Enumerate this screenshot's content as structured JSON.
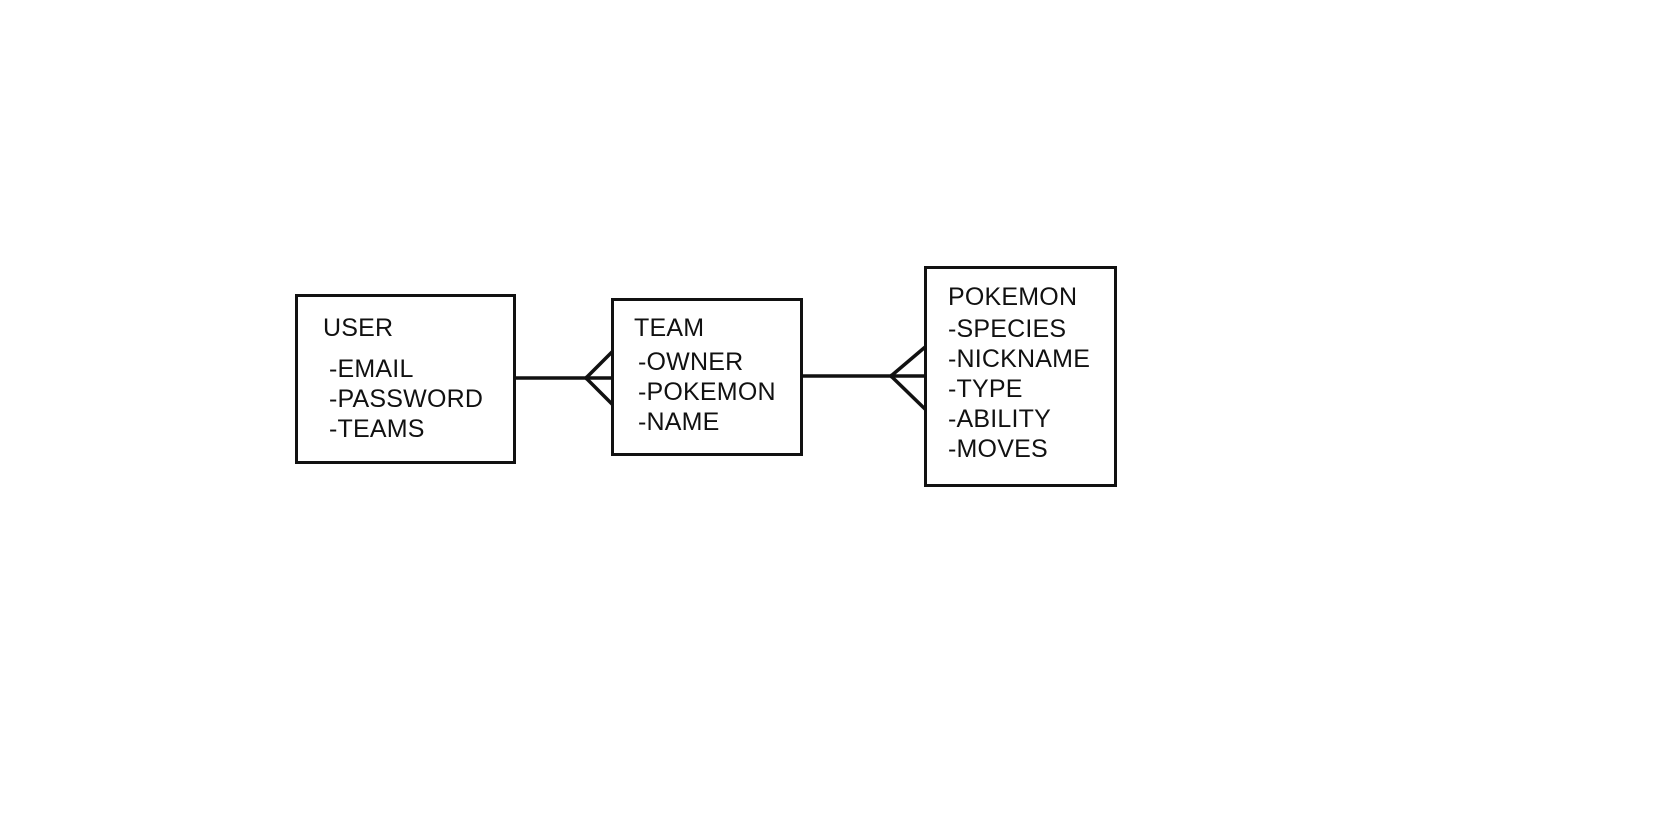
{
  "entities": {
    "user": {
      "title": "USER",
      "attributes": [
        "-EMAIL",
        "-PASSWORD",
        "-TEAMS"
      ]
    },
    "team": {
      "title": "TEAM",
      "attributes": [
        "-OWNER",
        "-POKEMON",
        "-NAME"
      ]
    },
    "pokemon": {
      "title": "POKEMON",
      "attributes": [
        "-SPECIES",
        "-NICKNAME",
        "-TYPE",
        "-ABILITY",
        "-MOVES"
      ]
    }
  },
  "relationships": [
    {
      "from": "user",
      "to": "team",
      "from_end": "one",
      "to_end": "many"
    },
    {
      "from": "team",
      "to": "pokemon",
      "from_end": "one",
      "to_end": "many"
    }
  ],
  "colors": {
    "stroke": "#111111",
    "background": "#ffffff"
  }
}
